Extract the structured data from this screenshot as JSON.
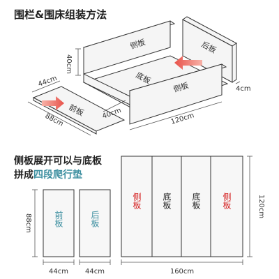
{
  "title": "围栏&围床组装方法",
  "assembly": {
    "side_panel_label": "侧板",
    "back_panel_label": "后板",
    "base_panel_label": "底板",
    "front_panel_label": "前板",
    "dims": {
      "height": "40cm",
      "thickness": "4cm",
      "width_44": "44cm",
      "length_88": "88cm",
      "depth_40": "40cm",
      "length_120": "120cm"
    }
  },
  "subtitle": {
    "line1": "侧板展开可以与底板",
    "line2_prefix": "拼成",
    "line2_highlight": "四段爬行垫"
  },
  "layout": {
    "front_label": "前板",
    "back_label": "后板",
    "mat_labels": [
      "侧板",
      "底板",
      "底板",
      "侧板"
    ],
    "dims": {
      "height_88": "88cm",
      "width_44a": "44cm",
      "width_44b": "44cm",
      "width_160": "160cm",
      "height_120": "120cm"
    }
  },
  "colors": {
    "panel_fill": "#f5f5f5",
    "panel_stroke": "#333333",
    "mat_fill": "#f7f7f7",
    "teal": "#3d8fa0",
    "red": "#d42020",
    "arrow": "#e8524a"
  }
}
